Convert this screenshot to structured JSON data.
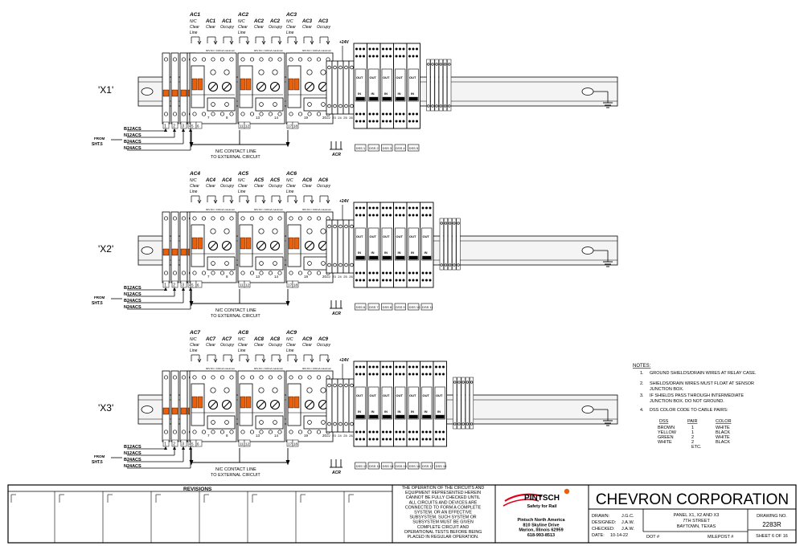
{
  "panels": [
    {
      "id": "X1",
      "label": "'X1'",
      "ac_groups": [
        {
          "id": "AC1",
          "line": [
            "N/C",
            "Clear",
            "Line"
          ],
          "clear": "AC1",
          "occupy": "AC1"
        },
        {
          "id": "AC2",
          "line": [
            "N/C",
            "Clear",
            "Line"
          ],
          "clear": "AC2",
          "occupy": "AC2"
        },
        {
          "id": "AC3",
          "line": [
            "N/C",
            "Clear",
            "Line"
          ],
          "clear": "AC3",
          "occupy": "AC3"
        }
      ],
      "dss": [
        "DSS 1",
        "DSS 2",
        "DSS 3",
        "DSS 4",
        "DSS 5"
      ]
    },
    {
      "id": "X2",
      "label": "'X2'",
      "ac_groups": [
        {
          "id": "AC4",
          "line": [
            "N/C",
            "Clear",
            "Line"
          ],
          "clear": "AC4",
          "occupy": "AC4"
        },
        {
          "id": "AC5",
          "line": [
            "N/C",
            "Clear",
            "Line"
          ],
          "clear": "AC5",
          "occupy": "AC5"
        },
        {
          "id": "AC6",
          "line": [
            "N/C",
            "Clear",
            "Line"
          ],
          "clear": "AC6",
          "occupy": "AC6"
        }
      ],
      "dss": [
        "DSS 6",
        "DSS 7",
        "DSS 8",
        "DSS 9",
        "DSS 10",
        "DSS 11"
      ]
    },
    {
      "id": "X3",
      "label": "'X3'",
      "ac_groups": [
        {
          "id": "AC7",
          "line": [
            "N/C",
            "Clear",
            "Line"
          ],
          "clear": "AC7",
          "occupy": "AC7"
        },
        {
          "id": "AC8",
          "line": [
            "N/C",
            "Clear",
            "Line"
          ],
          "clear": "AC8",
          "occupy": "AC8"
        },
        {
          "id": "AC9",
          "line": [
            "N/C",
            "Clear",
            "Line"
          ],
          "clear": "AC9",
          "occupy": "AC9"
        }
      ],
      "dss": [
        "DSS 12",
        "DSS 13",
        "DSS 14",
        "DSS 15",
        "DSS 16",
        "DSS 17",
        "DSS 18"
      ]
    }
  ],
  "labels": {
    "clear": "Clear",
    "occupy": "Occupy",
    "plus24": "+24V",
    "fine_print": "90V DC / 100mA maximum",
    "acr": "ACR",
    "contact_line": [
      "N/C CONTACT LINE",
      "TO EXTERNAL CIRCUIT"
    ],
    "from": [
      "FROM",
      "SHT.5"
    ],
    "cables": [
      "B12ACS",
      "N12ACS",
      "B24ACS",
      "N24ACS"
    ],
    "out": "OUT",
    "in": "IN",
    "terminal_numbers": [
      "1",
      "2",
      "3",
      "4",
      "5",
      "6",
      "7",
      "8",
      "9",
      "10",
      "11",
      "12",
      "13",
      "14",
      "15",
      "16",
      "17",
      "18",
      "19",
      "20",
      "21",
      "22",
      "23",
      "24",
      "25",
      "26"
    ]
  },
  "notes": {
    "title": "NOTES:",
    "items": [
      [
        "1.",
        "GROUND SHIELDS/DRAIN WIRES AT RELAY CASE."
      ],
      [
        "2.",
        "SHIELDS/DRAIN WIRES MUST FLOAT AT SENSOR",
        "JUNCTION BOX."
      ],
      [
        "3.",
        "IF SHIELDS PASS THROUGH INTERMEDIATE",
        "JUNCTION BOX.  DO NOT GROUND."
      ],
      [
        "4.",
        "DSS COLOR CODE TO CABLE PAIRS:"
      ]
    ],
    "table": {
      "headers": [
        "DSS",
        "PAIR",
        "COLOR"
      ],
      "rows": [
        [
          "BROWN",
          "1",
          "WHITE"
        ],
        [
          "YELLOW",
          "1",
          "BLACK"
        ],
        [
          "GREEN",
          "2",
          "WHITE"
        ],
        [
          "WHITE",
          "2",
          "BLACK"
        ],
        [
          "",
          "ETC.",
          ""
        ]
      ]
    }
  },
  "title_block": {
    "revisions": "REVISIONS",
    "disclaimer": [
      "THE OPERATION OF THE CIRCUITS AND",
      "EQUIPMENT REPRESENTED HEREIN",
      "CANNOT BE FULLY CHECKED UNTIL",
      "ALL CIRCUITS AND DEVICES ARE",
      "CONNECTED TO FORM A COMPLETE",
      "SYSTEM.  OR AN EFFECTIVE",
      "SUBSYSTEM.  SUCH SYSTEM OR",
      "SUBSYSTEM MUST BE GIVEN",
      "COMPLETE CIRCUIT AND",
      "OPERATIONAL TESTS BEFORE BEING",
      "PLACED IN REGULAR OPERATION."
    ],
    "company": {
      "name": "PINTSCH",
      "tagline": "Safety for Rail",
      "address": [
        "Pintsch North America",
        "810 Skyline Drive",
        "Marion, Illinois 62959",
        "618-993-8513"
      ]
    },
    "client": "CHEVRON CORPORATION",
    "drawn": [
      "DRAWN:",
      "J.G.C."
    ],
    "designed": [
      "DESIGNED:",
      "J.A.W."
    ],
    "checked": [
      "CHECKED:",
      "J.A.W."
    ],
    "date": [
      "DATE:",
      "10-14-22"
    ],
    "description": [
      "PANEL X1, X2 AND X3",
      "7TH STREET",
      "BAYTOWN, TEXAS"
    ],
    "dot": "DOT #",
    "milepost": "MILEPOST #",
    "drawing_no_label": "DRAWING NO.",
    "drawing_no": "2283R",
    "sheet": "SHEET 6 OF 16"
  },
  "colors": {
    "line": "#000000",
    "jumper": "#e8600c",
    "accent": "#e2001a",
    "fill_light": "#f4f4f4"
  }
}
